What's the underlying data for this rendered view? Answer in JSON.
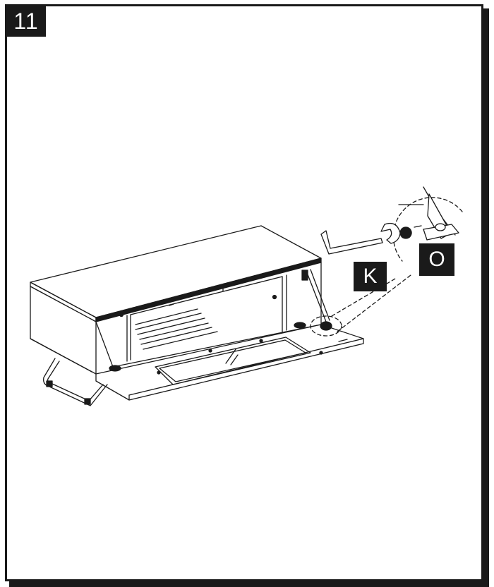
{
  "step": {
    "number": "11"
  },
  "parts": [
    {
      "label": "K",
      "item": "allen-key"
    },
    {
      "label": "O",
      "item": "hinge-screw"
    }
  ],
  "colors": {
    "ink": "#1a1a1a",
    "paper": "#ffffff"
  }
}
